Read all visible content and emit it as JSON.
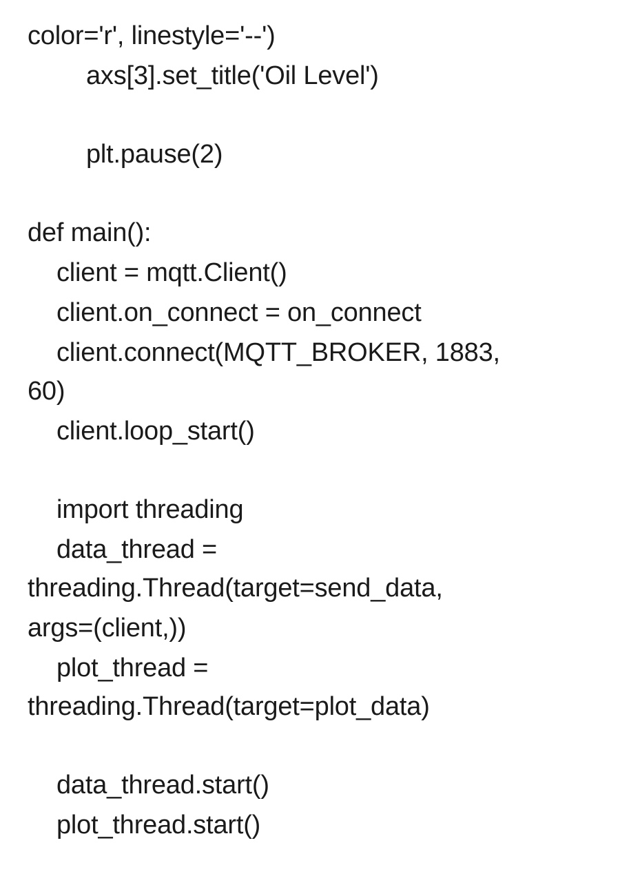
{
  "code": {
    "lines": [
      "color='r', linestyle='--')",
      "axs[3].set_title('Oil Level')",
      "plt.pause(2)",
      "def main():",
      "client = mqtt.Client()",
      "client.on_connect = on_connect",
      "client.connect(MQTT_BROKER, 1883,",
      "60)",
      "client.loop_start()",
      "import threading",
      "data_thread =",
      "threading.Thread(target=send_data,",
      "args=(client,))",
      "plot_thread =",
      "threading.Thread(target=plot_data)",
      "data_thread.start()",
      "plot_thread.start()"
    ]
  }
}
